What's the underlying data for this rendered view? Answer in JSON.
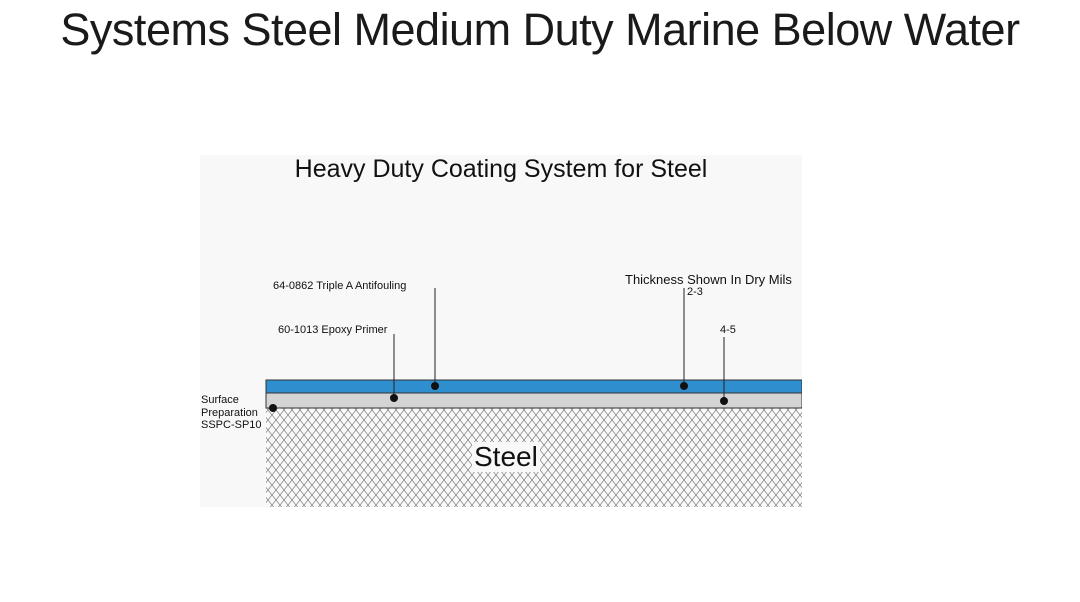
{
  "page": {
    "title": "Systems Steel Medium Duty Marine Below Water"
  },
  "diagram": {
    "title": "Heavy Duty Coating System for Steel",
    "thickness_note": "Thickness Shown In Dry Mils",
    "layers": [
      {
        "name": "64-0862 Triple A Antifouling",
        "thickness": "2-3",
        "color": "#2f8fce"
      },
      {
        "name": "60-1013 Epoxy Primer",
        "thickness": "4-5",
        "color": "#d4d4d4"
      }
    ],
    "surface_prep": [
      "Surface",
      "Preparation",
      "SSPC-SP10"
    ],
    "substrate": "Steel"
  }
}
